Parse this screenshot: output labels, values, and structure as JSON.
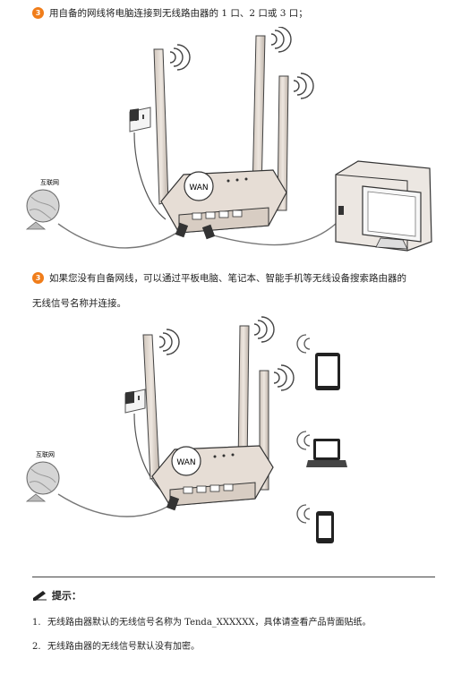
{
  "step3": {
    "number": "3",
    "text": "用自备的网线将电脑连接到无线路由器的 1 口、2 口或 3 口；"
  },
  "step4": {
    "number": "3",
    "line1": "如果您没有自备网线，可以通过平板电脑、笔记本、智能手机等无线设备搜索路由器的",
    "line2": "无线信号名称并连接。"
  },
  "figure1": {
    "internet_label": "互联网",
    "wan_label": "WAN"
  },
  "figure2": {
    "internet_label": "互联网",
    "wan_label": "WAN"
  },
  "tips": {
    "title": "提示：",
    "items": [
      {
        "number": "1.",
        "text": "无线路由器默认的无线信号名称为 Tenda_XXXXXX，具体请查看产品背面贴纸。"
      },
      {
        "number": "2.",
        "text": "无线路由器的无线信号默认没有加密。"
      }
    ]
  },
  "colors": {
    "accent": "#f07d1a",
    "router_body": "#e6ddd5",
    "outline": "#333333"
  }
}
